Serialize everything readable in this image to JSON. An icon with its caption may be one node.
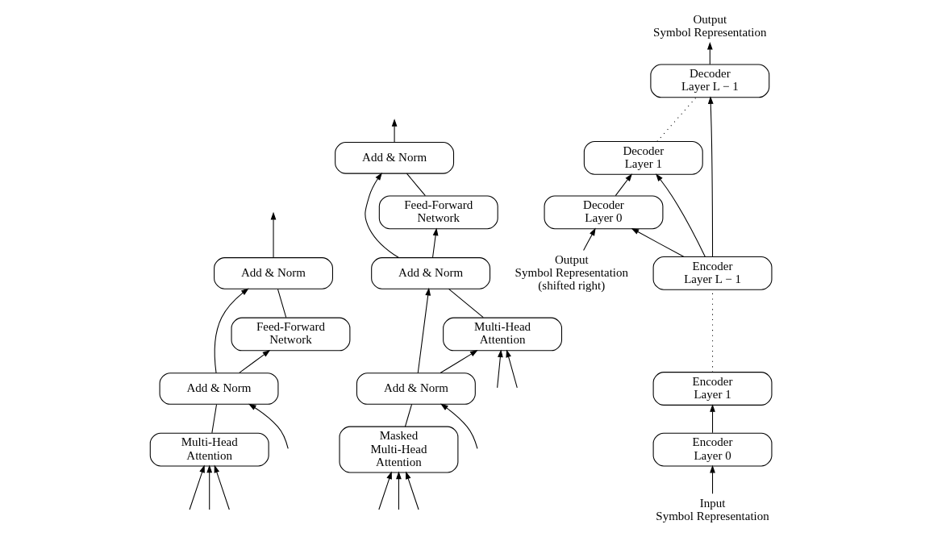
{
  "diagram": {
    "nodes": [
      {
        "text": [
          "Add & Norm"
        ]
      },
      {
        "text": [
          "Feed-Forward Network"
        ]
      },
      {
        "text": [
          "Add & Norm"
        ]
      },
      {
        "text": [
          "Multi-Head Attention"
        ]
      },
      {
        "text": [
          "Add & Norm"
        ]
      },
      {
        "text": [
          "Feed-Forward Network"
        ]
      },
      {
        "text": [
          "Add & Norm"
        ]
      },
      {
        "text": [
          "Multi-Head Attention"
        ]
      },
      {
        "text": [
          "Add & Norm"
        ]
      },
      {
        "text": [
          "Masked Multi-Head Attention"
        ]
      },
      {
        "text": [
          "Encoder Layer L − 1"
        ]
      },
      {
        "text": [
          "Encoder Layer 1"
        ]
      },
      {
        "text": [
          "Encoder Layer 0"
        ]
      },
      {
        "text": [
          "Decoder Layer L − 1"
        ]
      },
      {
        "text": [
          "Decoder Layer 1"
        ]
      },
      {
        "text": [
          "Decoder Layer 0"
        ]
      },
      {
        "text": [
          "Input Symbol Representation"
        ]
      },
      {
        "text": [
          "Output Symbol Representation (shifted right)"
        ]
      },
      {
        "text": [
          "Output Symbol Representation"
        ]
      }
    ],
    "edges": [
      {
        "from": null,
        "to": 3,
        "arrow": "to"
      },
      {
        "from": null,
        "to": 3,
        "arrow": "to"
      },
      {
        "from": null,
        "to": 3,
        "arrow": "to"
      },
      {
        "from": null,
        "to": 2,
        "arrow": "to"
      },
      {
        "from": 3,
        "to": 2,
        "arrow": "none"
      },
      {
        "from": 2,
        "to": 1,
        "arrow": "to"
      },
      {
        "from": 2,
        "to": 0,
        "arrow": "to"
      },
      {
        "from": 1,
        "to": 0,
        "arrow": "none"
      },
      {
        "from": 0,
        "to": null,
        "arrow": "to"
      },
      {
        "from": null,
        "to": 9,
        "arrow": "to"
      },
      {
        "from": null,
        "to": 9,
        "arrow": "to"
      },
      {
        "from": null,
        "to": 9,
        "arrow": "to"
      },
      {
        "from": null,
        "to": 8,
        "arrow": "to"
      },
      {
        "from": 9,
        "to": 8,
        "arrow": "none"
      },
      {
        "from": null,
        "to": 7,
        "arrow": "to"
      },
      {
        "from": null,
        "to": 7,
        "arrow": "to"
      },
      {
        "from": 8,
        "to": 7,
        "arrow": "to"
      },
      {
        "from": 8,
        "to": 6,
        "arrow": "to"
      },
      {
        "from": 7,
        "to": 6,
        "arrow": "none"
      },
      {
        "from": 6,
        "to": 5,
        "arrow": "to"
      },
      {
        "from": 6,
        "to": 4,
        "arrow": "to"
      },
      {
        "from": 5,
        "to": 4,
        "arrow": "none"
      },
      {
        "from": 4,
        "to": null,
        "arrow": "to"
      },
      {
        "from": 16,
        "to": 12,
        "arrow": "to"
      },
      {
        "from": 12,
        "to": 11,
        "arrow": "to"
      },
      {
        "from": 11,
        "to": 10,
        "arrow": "none",
        "style": "dashed"
      },
      {
        "from": 10,
        "to": 13,
        "arrow": "to"
      },
      {
        "from": 10,
        "to": 14,
        "arrow": "to"
      },
      {
        "from": 10,
        "to": 15,
        "arrow": "to"
      },
      {
        "from": 17,
        "to": 15,
        "arrow": "to"
      },
      {
        "from": 15,
        "to": 14,
        "arrow": "to"
      },
      {
        "from": 14,
        "to": 13,
        "arrow": "none",
        "style": "dashed"
      },
      {
        "from": 13,
        "to": 18,
        "arrow": "to"
      }
    ]
  }
}
